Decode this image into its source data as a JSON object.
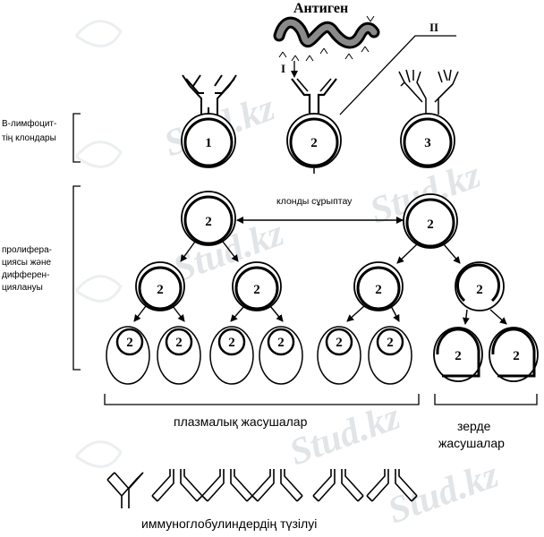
{
  "title": "Антиген",
  "marker_I": "I",
  "marker_II": "II",
  "left_labels": {
    "clones": [
      "В-лимфоцит-",
      "тің клондары"
    ],
    "proliferation": [
      "пролифера-",
      "циясы және",
      "дифферен-",
      "циялануы"
    ]
  },
  "clone_numbers": [
    "1",
    "2",
    "3"
  ],
  "clonal_selection": "клонды сұрыптау",
  "cell_number": "2",
  "bottom_labels": {
    "plasma": "плазмалық жасушалар",
    "memory": [
      "зерде",
      "жасушалар"
    ],
    "immunoglobulin": "иммуноглобулиндердің түзілуі"
  },
  "watermark": "Stud.kz"
}
